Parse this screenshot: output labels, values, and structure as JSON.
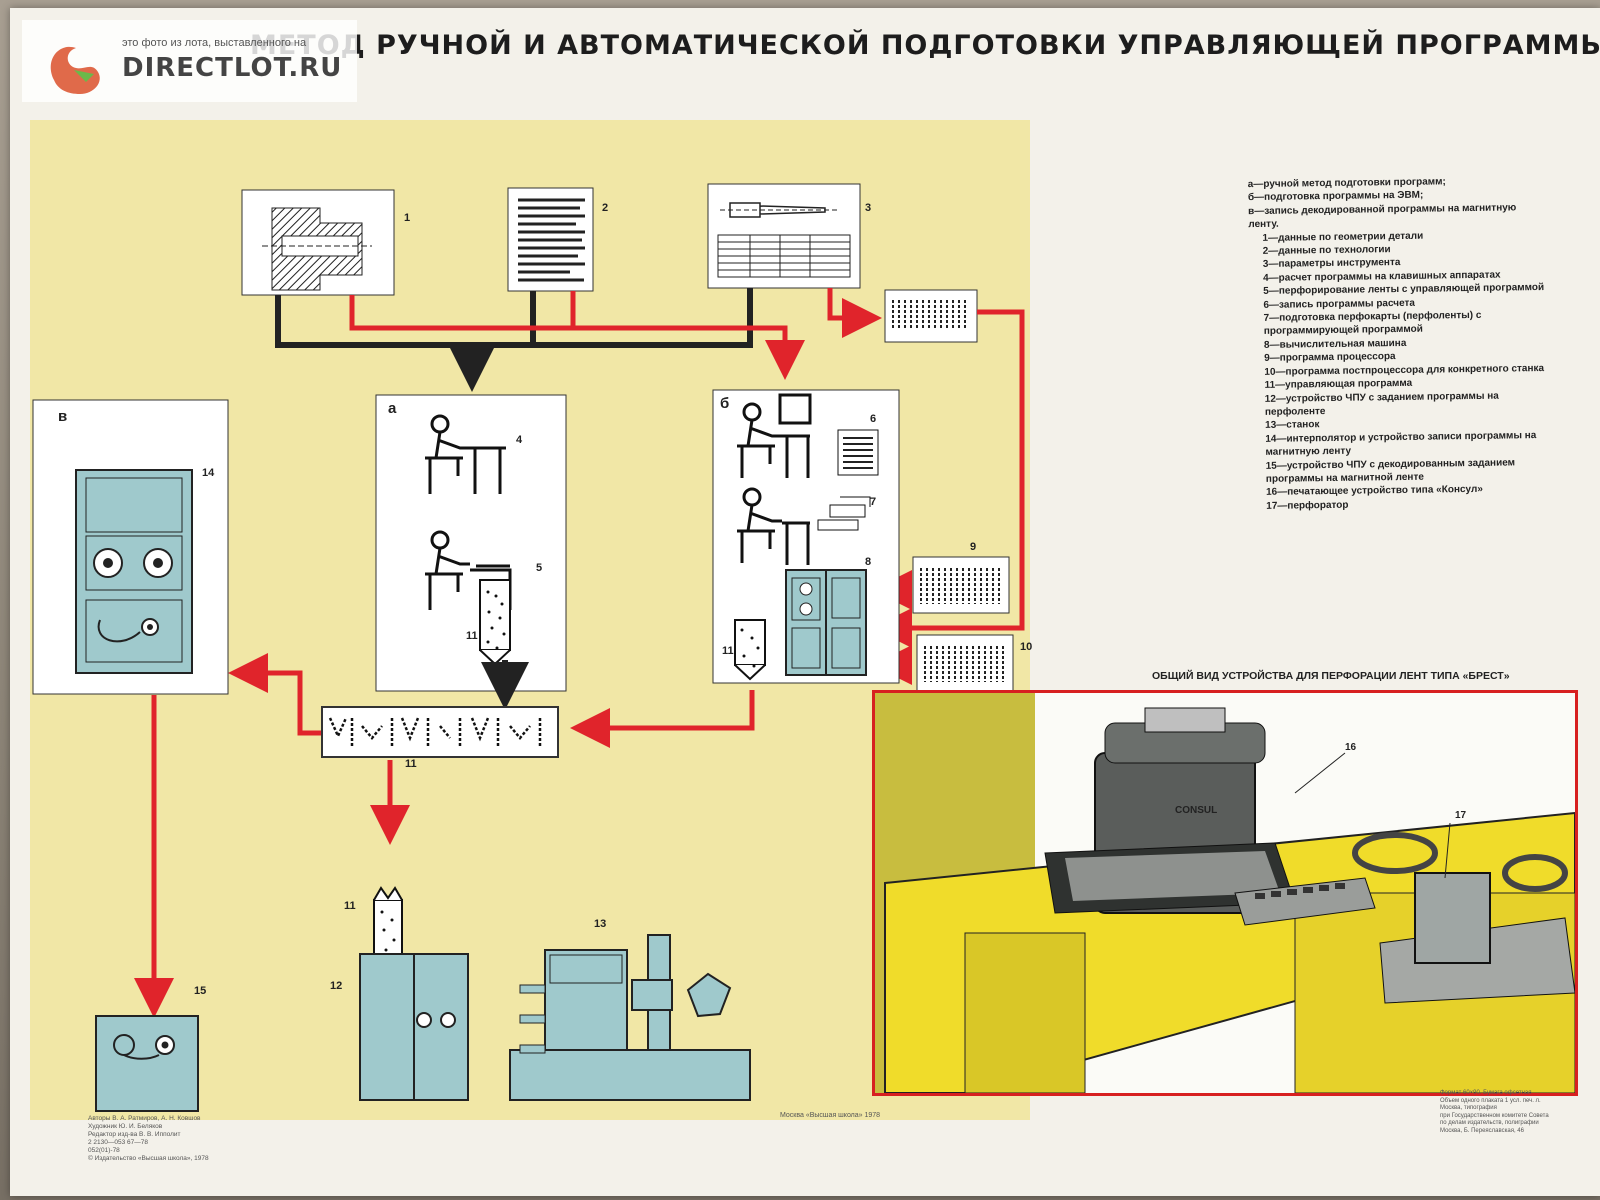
{
  "poster": {
    "title": "МЕТОД РУЧНОЙ И АВТОМАТИЧЕСКОЙ ПОДГОТОВКИ УПРАВЛЯЮЩЕЙ ПРОГРАММЫ",
    "panel_letters": {
      "a": "а",
      "b": "б",
      "v": "в"
    },
    "numbers": [
      "1",
      "2",
      "3",
      "4",
      "5",
      "6",
      "7",
      "8",
      "9",
      "10",
      "11",
      "12",
      "13",
      "14",
      "15",
      "16",
      "17"
    ],
    "photo_caption": "ОБЩИЙ ВИД УСТРОЙСТВА ДЛЯ ПЕРФОРАЦИИ ЛЕНТ ТИПА «БРЕСТ»",
    "typewriter_brand": "CONSUL",
    "imprint": "Москва «Высшая школа» 1978",
    "credits": [
      "Авторы В. А. Ратмиров, А. Н. Ковшов",
      "Художник Ю. И. Беляков",
      "Редактор изд-ва В. В. Ипполит",
      "2 2130—053   67—78",
      "052(01)-78",
      "© Издательство «Высшая школа», 1978"
    ],
    "fine_print": [
      "Формат 60×90. Бумага офсетная",
      "Объем одного плаката 1 усл. печ. л.",
      "Москва, типография",
      "при Государственном комитете Совета",
      "по делам издательств, полиграфии",
      "Москва, Б. Переяславская, 46"
    ]
  },
  "watermark": {
    "small": "это фото из лота, выставленного на",
    "big": "DIRECTLOT.RU"
  },
  "legend": [
    {
      "text": "а—ручной метод подготовки программ;",
      "indent": false
    },
    {
      "text": "б—подготовка программы на ЭВМ;",
      "indent": false
    },
    {
      "text": "в—запись декодированной программы на магнитную ленту.",
      "indent": false
    },
    {
      "text": "1—данные по геометрии детали",
      "indent": true
    },
    {
      "text": "2—данные по технологии",
      "indent": true
    },
    {
      "text": "3—параметры инструмента",
      "indent": true
    },
    {
      "text": "4—расчет программы на клавишных аппаратах",
      "indent": true
    },
    {
      "text": "5—перфорирование ленты с управляющей программой",
      "indent": true
    },
    {
      "text": "6—запись программы расчета",
      "indent": true
    },
    {
      "text": "7—подготовка перфокарты (перфоленты) с программирующей программой",
      "indent": true
    },
    {
      "text": "8—вычислительная машина",
      "indent": true
    },
    {
      "text": "9—программа процессора",
      "indent": true
    },
    {
      "text": "10—программа постпроцессора для конкретного станка",
      "indent": true
    },
    {
      "text": "11—управляющая программа",
      "indent": true
    },
    {
      "text": "12—устройство ЧПУ с заданием программы на перфоленте",
      "indent": true
    },
    {
      "text": "13—станок",
      "indent": true
    },
    {
      "text": "14—интерполятор и устройство записи программы на магнитную ленту",
      "indent": true
    },
    {
      "text": "15—устройство ЧПУ с декодированным заданием программы на магнитной ленте",
      "indent": true
    },
    {
      "text": "16—печатающее устройство типа «Консул»",
      "indent": true
    },
    {
      "text": "17—перфоратор",
      "indent": true
    }
  ]
}
